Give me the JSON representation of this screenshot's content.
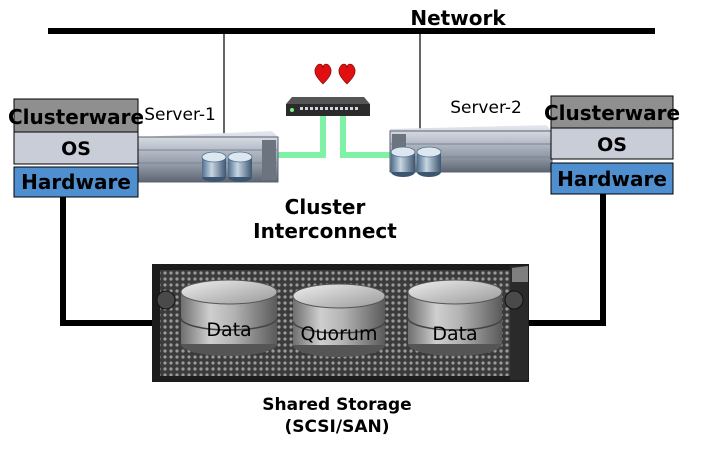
{
  "network_label": "Network",
  "server1": {
    "name": "Server-1",
    "stack": {
      "clusterware": "Clusterware",
      "os": "OS",
      "hardware": "Hardware"
    }
  },
  "server2": {
    "name": "Server-2",
    "stack": {
      "clusterware": "Clusterware",
      "os": "OS",
      "hardware": "Hardware"
    }
  },
  "interconnect": {
    "line1": "Cluster",
    "line2": "Interconnect",
    "icon": "heart-icon",
    "count": 2
  },
  "storage": {
    "disks": [
      "Data",
      "Quorum",
      "Data"
    ],
    "label_line1": "Shared Storage",
    "label_line2": "(SCSI/SAN)"
  },
  "colors": {
    "clusterware": "#8f8f8f",
    "os": "#c9cdd8",
    "hardware": "#4f8fd0",
    "interconnect_cable": "#7ff2a6",
    "heart": "#e01010"
  }
}
